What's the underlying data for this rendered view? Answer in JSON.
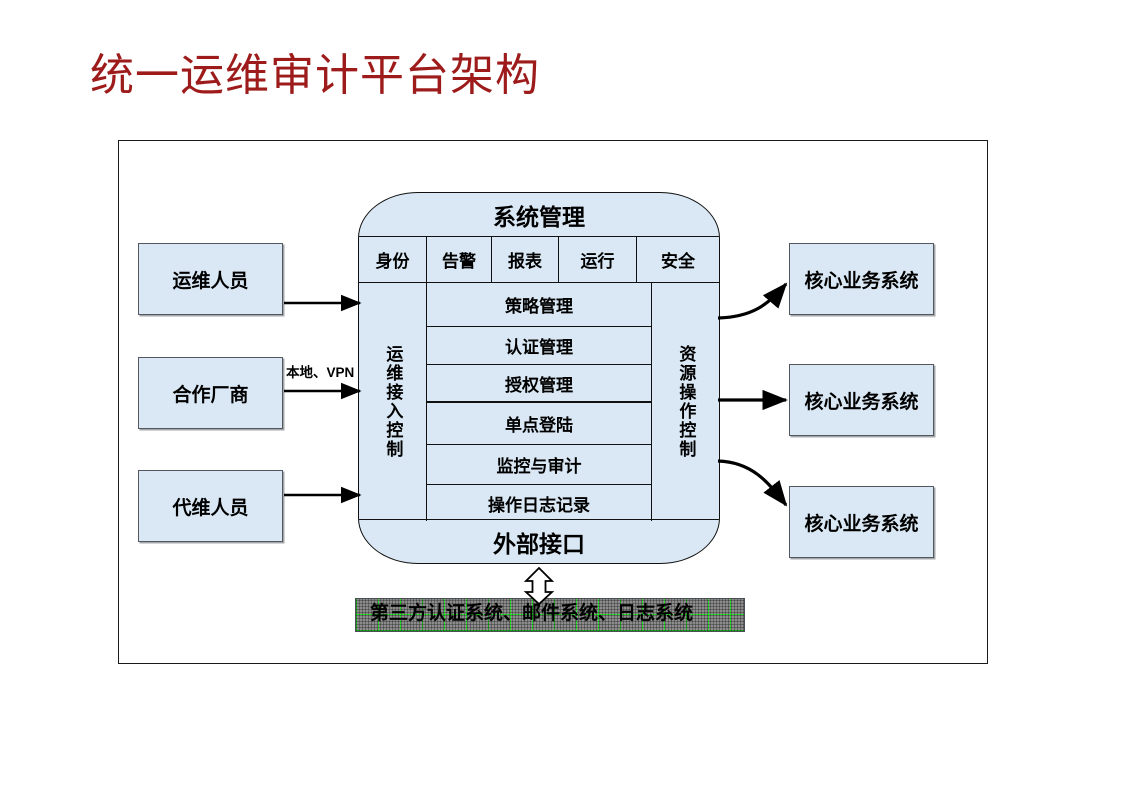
{
  "title": "统一运维审计平台架构",
  "colors": {
    "title": "#9e1b1b",
    "box_fill": "#d9e8f4",
    "box_border": "#53585e",
    "frame_border": "#1a1a1a",
    "third_party_fill": "#8c8c8c",
    "third_party_grid": "#27e327"
  },
  "left_actors": [
    {
      "label": "运维人员"
    },
    {
      "label": "合作厂商"
    },
    {
      "label": "代维人员"
    }
  ],
  "right_systems": [
    {
      "label": "核心业务系统"
    },
    {
      "label": "核心业务系统"
    },
    {
      "label": "核心业务系统"
    }
  ],
  "edge_labels": {
    "access_method": "本地、VPN"
  },
  "platform": {
    "header": "系统管理",
    "footer": "外部接口",
    "header_cells": [
      {
        "label": "身份"
      },
      {
        "label": "告警"
      },
      {
        "label": "报表"
      },
      {
        "label": "运行"
      },
      {
        "label": "安全"
      }
    ],
    "left_column": "运维接入控制",
    "right_column": "资源操作控制",
    "functions": [
      {
        "label": "策略管理"
      },
      {
        "label": "认证管理"
      },
      {
        "label": "授权管理"
      },
      {
        "label": "单点登陆"
      },
      {
        "label": "监控与审计"
      },
      {
        "label": "操作日志记录"
      }
    ]
  },
  "third_party": {
    "label": "第三方认证系统、邮件系统、日志系统"
  }
}
